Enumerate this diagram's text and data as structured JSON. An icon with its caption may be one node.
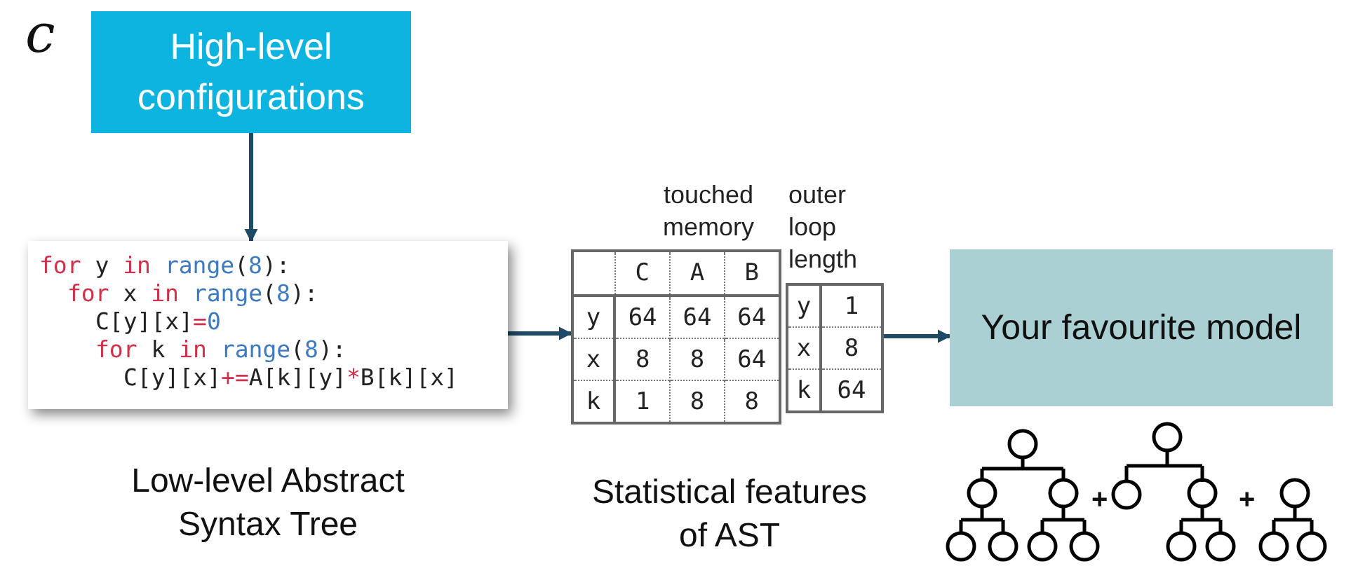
{
  "diagram": {
    "nodes": [
      {
        "text": [
          "High-level configurations"
        ]
      },
      {
        "text": [
          "for y in range(8):",
          "for x in range(8):",
          "C[y][x]=0",
          "for k in range(8):",
          "C[y][x]+=A[k][y]*B[k][x]"
        ],
        "beside": [
          "Low-level Abstract Syntax Tree"
        ]
      },
      {
        "text": [
          "touched memory",
          "C",
          "A",
          "B",
          "y",
          "64",
          "64",
          "64",
          "x",
          "8",
          "8",
          "64",
          "k",
          "1",
          "8",
          "8"
        ]
      },
      {
        "text": [
          "outer loop length",
          "y",
          "1",
          "x",
          "8",
          "k",
          "64"
        ]
      },
      {
        "text": [
          "Your favourite model"
        ]
      }
    ],
    "edges": [
      {
        "from": 0,
        "to": 1,
        "arrow": "to"
      },
      {
        "from": 1,
        "to": 2,
        "arrow": "to"
      },
      {
        "from": 3,
        "to": 4,
        "arrow": "to"
      }
    ],
    "labels": [
      "c",
      "Statistical features of AST",
      "+",
      "+"
    ]
  }
}
